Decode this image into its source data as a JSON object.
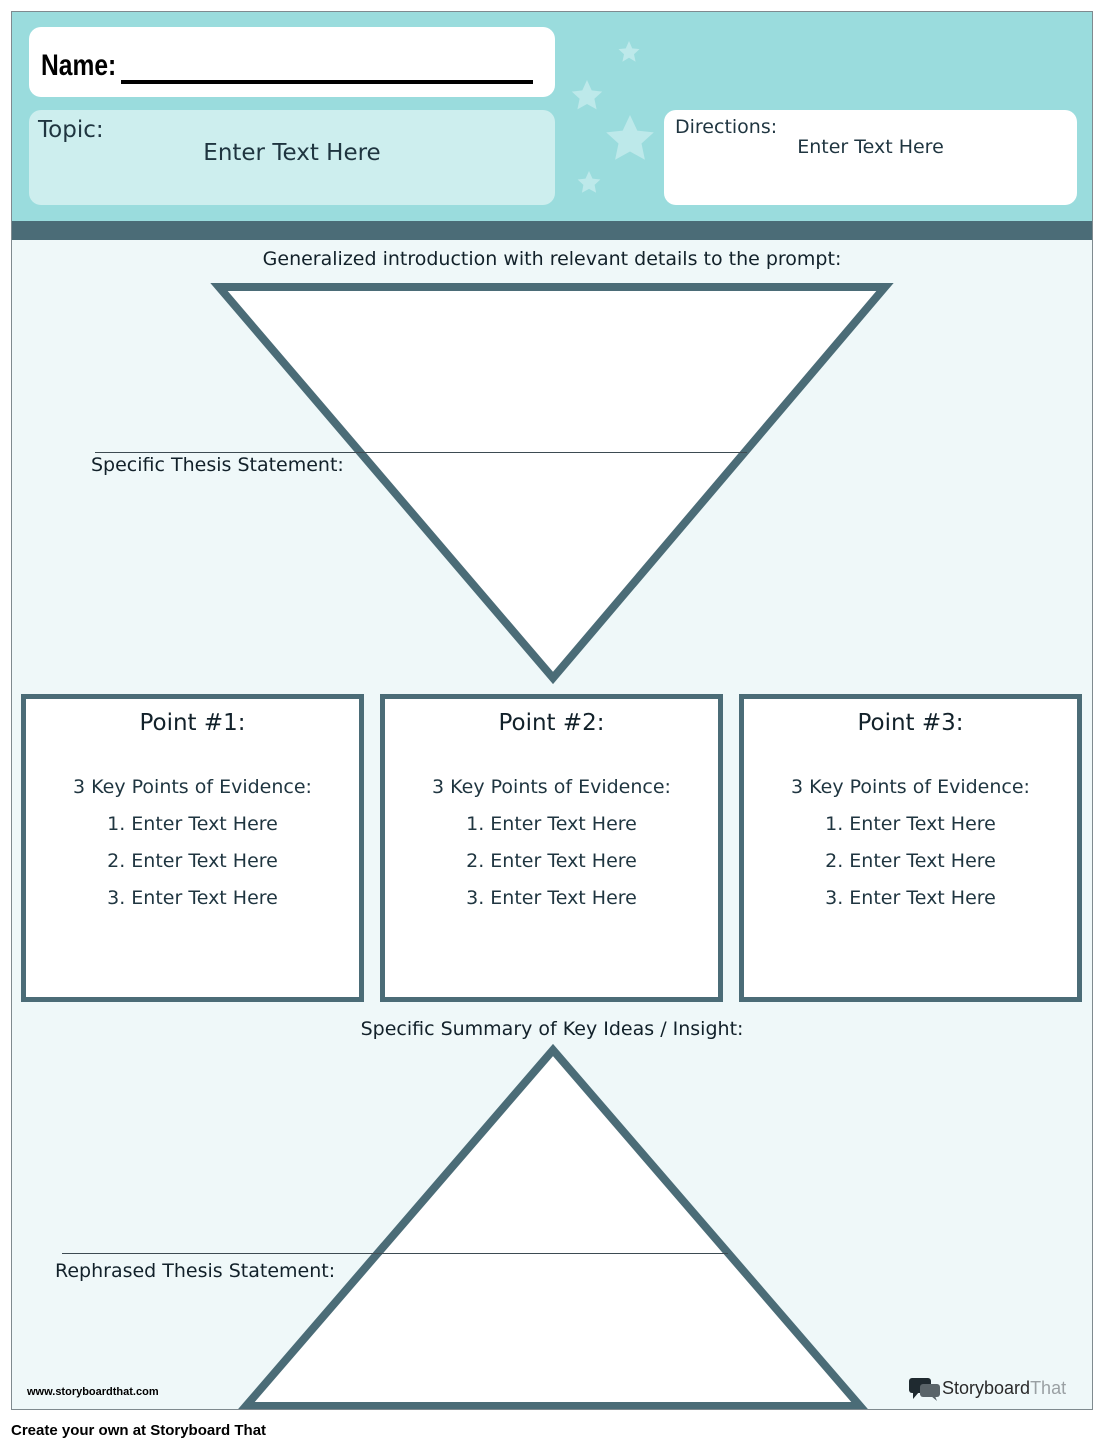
{
  "header": {
    "name_label": "Name:",
    "topic_label": "Topic:",
    "topic_value": "Enter Text Here",
    "directions_label": "Directions:",
    "directions_value": "Enter Text Here"
  },
  "intro": {
    "funnel_label": "Generalized introduction with relevant details to the prompt:",
    "thesis_label": "Specific Thesis Statement:"
  },
  "points": [
    {
      "title": "Point #1:",
      "evidence_title": "3 Key Points of Evidence:",
      "items": [
        "1. Enter Text Here",
        "2. Enter Text Here",
        "3. Enter Text Here"
      ]
    },
    {
      "title": "Point #2:",
      "evidence_title": "3 Key Points of Evidence:",
      "items": [
        "1. Enter Text Here",
        "2. Enter Text Here",
        "3. Enter Text Here"
      ]
    },
    {
      "title": "Point #3:",
      "evidence_title": "3 Key Points of Evidence:",
      "items": [
        "1. Enter Text Here",
        "2. Enter Text Here",
        "3. Enter Text Here"
      ]
    }
  ],
  "conclusion": {
    "summary_label": "Specific Summary of Key Ideas / Insight:",
    "rephrased_label": "Rephrased Thesis Statement:"
  },
  "footer": {
    "url": "www.storyboardthat.com",
    "logo_dark": "Storyboard",
    "logo_light": "That",
    "create_text": "Create your own at Storyboard That"
  },
  "colors": {
    "header_bg": "#9adcdd",
    "band": "#4b6c77",
    "page_bg": "#eff8f9",
    "outline": "#4b6c77"
  },
  "icons": [
    "star-icon",
    "storyboardthat-logo-icon"
  ]
}
